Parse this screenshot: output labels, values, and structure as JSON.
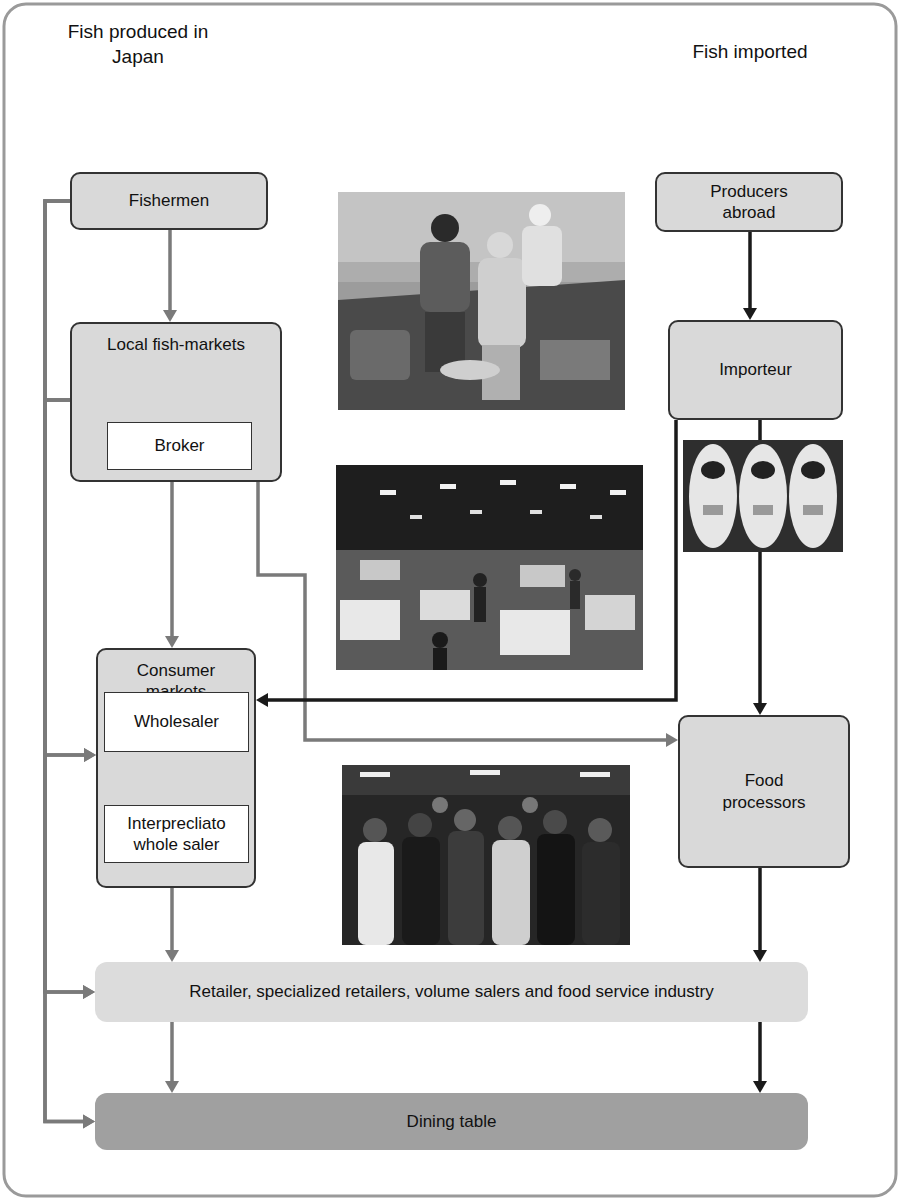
{
  "diagram": {
    "nodes": [
      {
        "text": [
          "Fishermen"
        ]
      },
      {
        "text": [
          "Local fish-markets"
        ]
      },
      {
        "text": [
          "Broker"
        ],
        "in": 1
      },
      {
        "text": [
          "Producers abroad"
        ]
      },
      {
        "text": [
          "Importeur"
        ]
      },
      {
        "text": [
          "Consumer markets"
        ]
      },
      {
        "text": [
          "Wholesaler"
        ],
        "in": 5
      },
      {
        "text": [
          "Interprecliato whole saler"
        ],
        "in": 5
      },
      {
        "text": [
          "Food processors"
        ]
      },
      {
        "text": [
          "Retailer, specialized retailers, volume salers and food service industry"
        ]
      },
      {
        "text": [
          "Dining table"
        ]
      }
    ],
    "edges": [
      {
        "from": 0,
        "to": 1,
        "arrow": "to"
      },
      {
        "from": 0,
        "to": 5,
        "arrow": "to"
      },
      {
        "from": 0,
        "to": 9,
        "arrow": "to"
      },
      {
        "from": 0,
        "to": 10,
        "arrow": "to"
      },
      {
        "from": 1,
        "to": 5,
        "arrow": "to"
      },
      {
        "from": 1,
        "to": 9,
        "arrow": "to"
      },
      {
        "from": 1,
        "to": 10,
        "arrow": "to"
      },
      {
        "from": 1,
        "to": 5,
        "arrow": "to"
      },
      {
        "from": 1,
        "to": 8,
        "arrow": "to"
      },
      {
        "from": 3,
        "to": 4,
        "arrow": "to"
      },
      {
        "from": 4,
        "to": 5,
        "arrow": "to"
      },
      {
        "from": 4,
        "to": 8,
        "arrow": "to"
      },
      {
        "from": 6,
        "to": 7,
        "arrow": "to"
      },
      {
        "from": 5,
        "to": 9,
        "arrow": "to"
      },
      {
        "from": 8,
        "to": 9,
        "arrow": "to"
      },
      {
        "from": 9,
        "to": 10,
        "arrow": "to"
      },
      {
        "from": 9,
        "to": 10,
        "arrow": "to"
      }
    ],
    "labels": [
      "Fish produced in Japan",
      "Fish imported"
    ]
  }
}
